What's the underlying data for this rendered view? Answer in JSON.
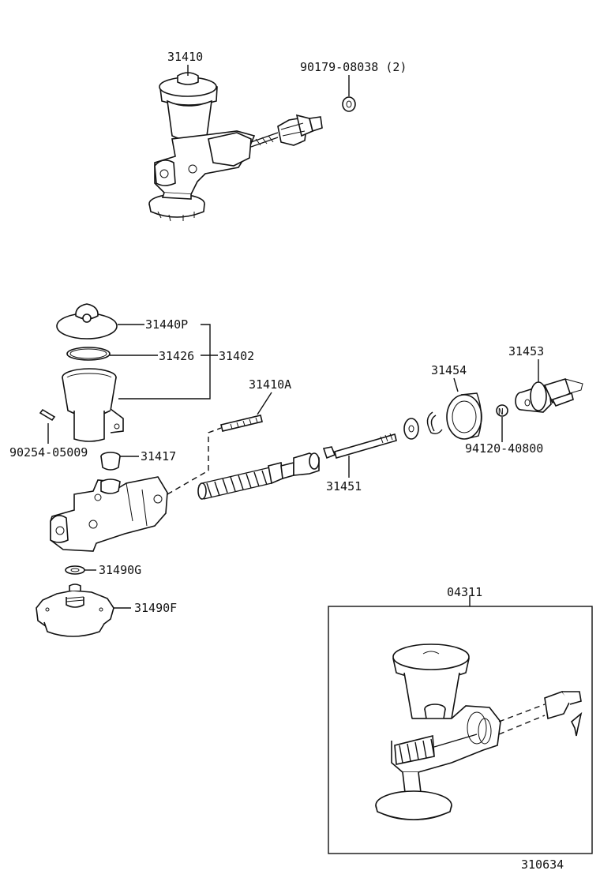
{
  "labels": {
    "top_assembly": "31410",
    "clip": "90179-08038 (2)",
    "reservoir_cap": "31440P",
    "cap_gasket": "31426",
    "reservoir_group": "31402",
    "rod": "31410A",
    "pin": "90254-05009",
    "grommet": "31417",
    "push_rod": "31451",
    "boot": "31454",
    "clevis": "31453",
    "nut": "94120-40800",
    "gasket": "31490G",
    "flange": "31490F",
    "kit": "04311",
    "drawing_number": "310634"
  }
}
